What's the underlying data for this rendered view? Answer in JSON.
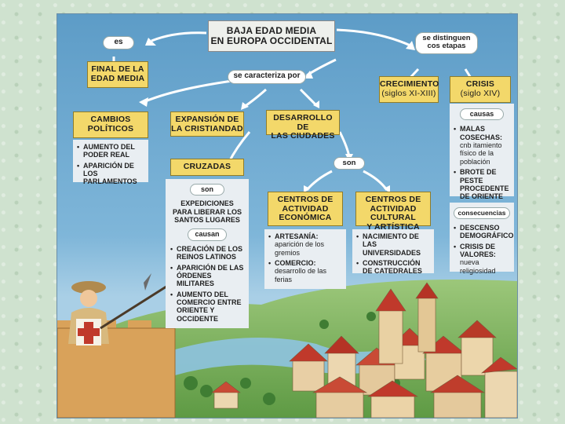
{
  "diagram": {
    "title": [
      "BAJA EDAD MEDIA",
      "EN EUROPA OCCIDENTAL"
    ],
    "left_link": "es",
    "right_link": [
      "se distinguen",
      "cos etapas"
    ],
    "final": [
      "FINAL DE LA",
      "EDAD MEDIA"
    ],
    "center_link": "se caracteriza por",
    "crecimiento": [
      "CRECIMIENTO",
      "(siglos XI-XIII)"
    ],
    "crisis": [
      "CRISIS",
      "(siglo XIV)"
    ],
    "cambios": [
      "CAMBIOS",
      "POLÍTICOS"
    ],
    "cambios_items": [
      "AUMENTO DEL PODER REAL",
      "APARICIÓN DE LOS PARLAMENTOS"
    ],
    "expansion": [
      "EXPANSIÓN DE",
      "LA CRISTIANDAD"
    ],
    "desarrollo": [
      "DESARROLLO DE",
      "LAS CIUDADES"
    ],
    "causas_label": "causas",
    "causas_items": [
      {
        "head": "MALAS COSECHAS:",
        "rest": "cnb itamiento físico de la población"
      },
      {
        "head": "BROTE DE PESTE PROCEDENTE DE ORIENTE",
        "rest": ""
      }
    ],
    "son_mid": "son",
    "cruzadas": "CRUZADAS",
    "son_left": "son",
    "expediciones": "EXPEDICIONES PARA LIBERAR LOS SANTOS LUGARES",
    "centros_eco": [
      "CENTROS DE",
      "ACTIVIDAD",
      "ECONÓMICA"
    ],
    "centros_cult": [
      "CENTROS DE",
      "ACTIVIDAD CULTURAL",
      "Y ARTÍSTICA"
    ],
    "consecuencias_label": "consecuencias",
    "consecuencias_items": [
      {
        "head": "DESCENSO DEMOGRÁFICO",
        "rest": ""
      },
      {
        "head": "CRISIS DE VALORES:",
        "rest": "nueva religiosidad"
      }
    ],
    "eco_items": [
      {
        "head": "ARTESANÍA:",
        "rest": "aparición de los gremios"
      },
      {
        "head": "COMERCIO:",
        "rest": "desarrollo de las ferias"
      }
    ],
    "cult_items": [
      "NACIMIENTO DE LAS UNIVERSIDADES",
      "CONSTRUCCIÓN DE CATEDRALES"
    ],
    "causan_label": "causan",
    "causan_items": [
      "CREACIÓN DE LOS REINOS LATINOS",
      "APARICIÓN DE LAS ÓRDENES MILITARES",
      "AUMENTO DEL COMERCIO ENTRE ORIENTE Y OCCIDENTE"
    ]
  },
  "colors": {
    "sky": "#5d9cc7",
    "yellow_box": "#f3d86a",
    "panel": "#e9eef2",
    "roof": "#c0392b",
    "hills": "#6aa84f"
  }
}
